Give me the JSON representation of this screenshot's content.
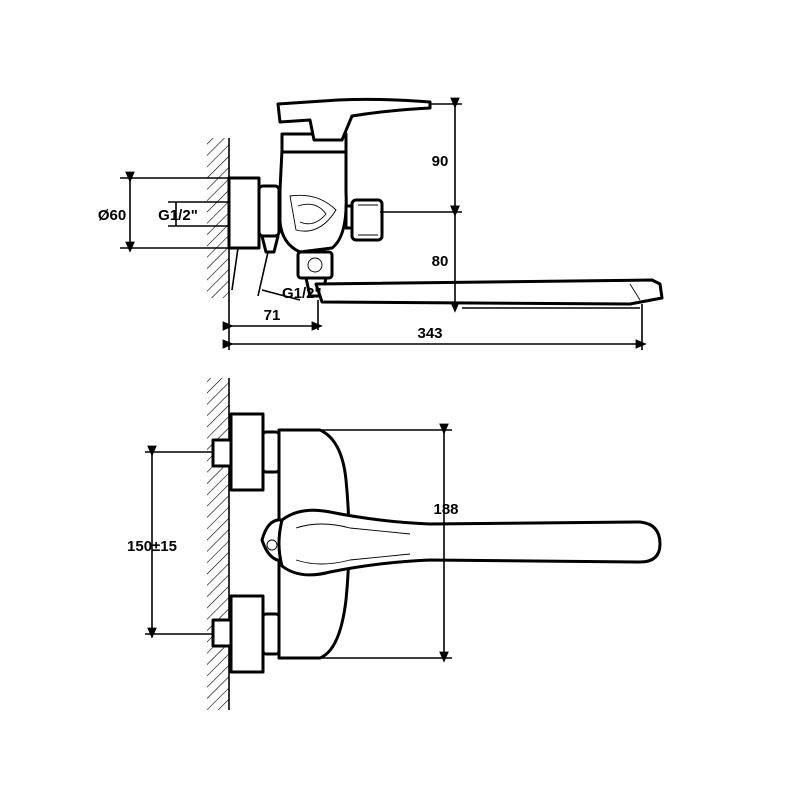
{
  "side_view": {
    "dims": {
      "height_top": "90",
      "height_bottom": "80",
      "diameter": "Ø60",
      "thread_inlet": "G1/2\"",
      "thread_outlet": "G1/2\"",
      "offset": "71",
      "spout_length": "343"
    }
  },
  "top_view": {
    "dims": {
      "centers": "150±15",
      "handle_length": "188"
    }
  }
}
